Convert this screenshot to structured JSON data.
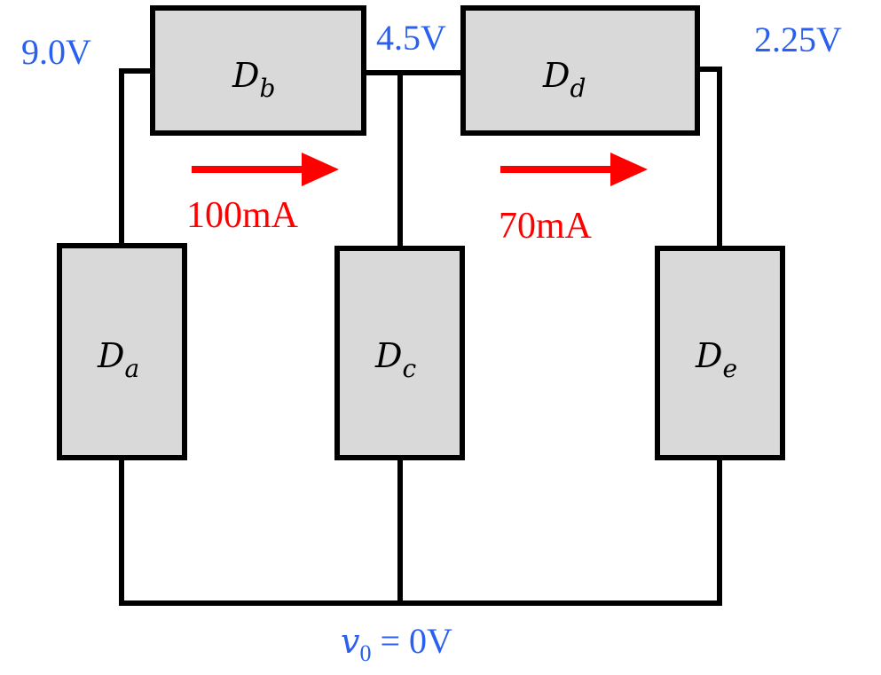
{
  "colors": {
    "voltage": "#2a5ff0",
    "current": "#ff0000",
    "device_fill": "#d9d9d9",
    "wire": "#000000"
  },
  "devices": {
    "a": {
      "symbol": "D",
      "subscript": "a"
    },
    "b": {
      "symbol": "D",
      "subscript": "b"
    },
    "c": {
      "symbol": "D",
      "subscript": "c"
    },
    "d": {
      "symbol": "D",
      "subscript": "d"
    },
    "e": {
      "symbol": "D",
      "subscript": "e"
    }
  },
  "voltages": {
    "left_node": "9.0V",
    "middle_node": "4.5V",
    "right_node": "2.25V",
    "ground": {
      "variable": "v",
      "subscript": "0",
      "rest": " = 0V"
    }
  },
  "currents": {
    "through_b": "100mA",
    "through_d": "70mA"
  }
}
